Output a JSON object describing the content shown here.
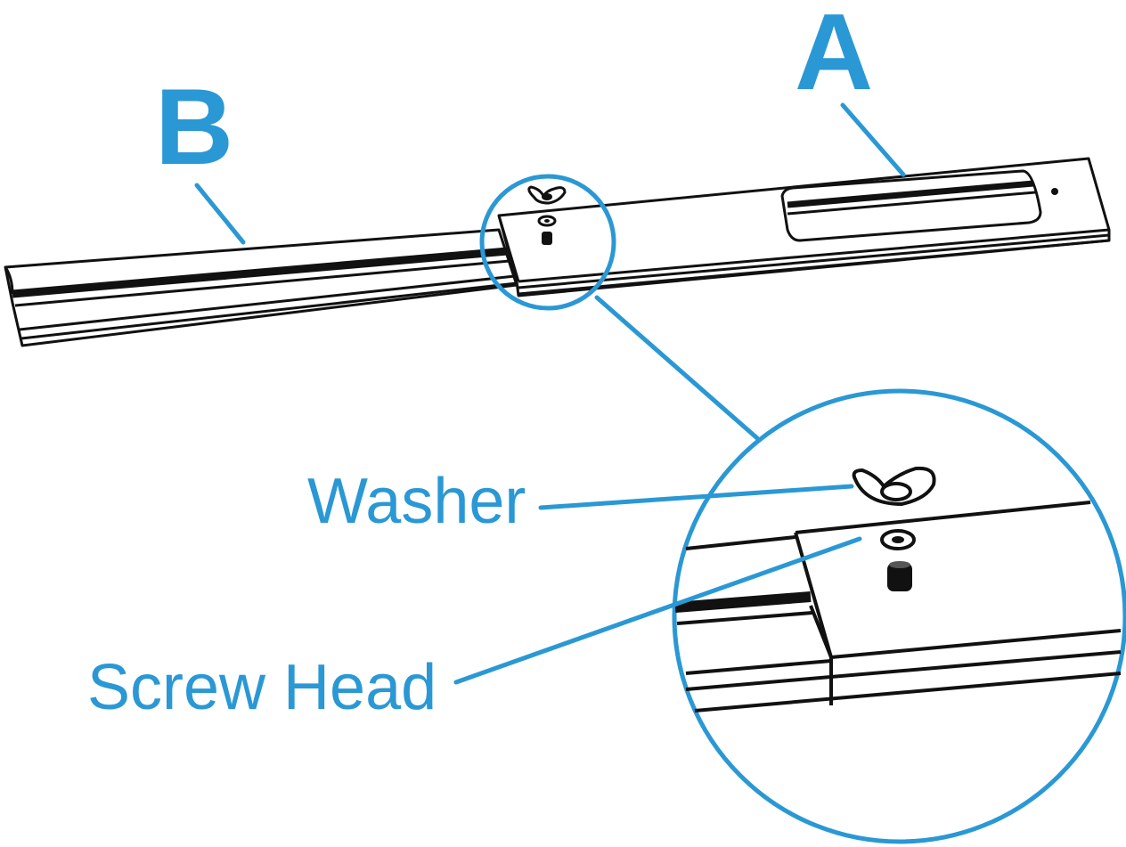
{
  "labels": {
    "part_a": "A",
    "part_b": "B",
    "washer": "Washer",
    "screw_head": "Screw Head"
  },
  "colors": {
    "accent": "#2a98d4",
    "ink": "#111111",
    "background": "#ffffff"
  },
  "icons": [
    "wing-nut-icon",
    "washer-icon",
    "screw-head-icon"
  ]
}
